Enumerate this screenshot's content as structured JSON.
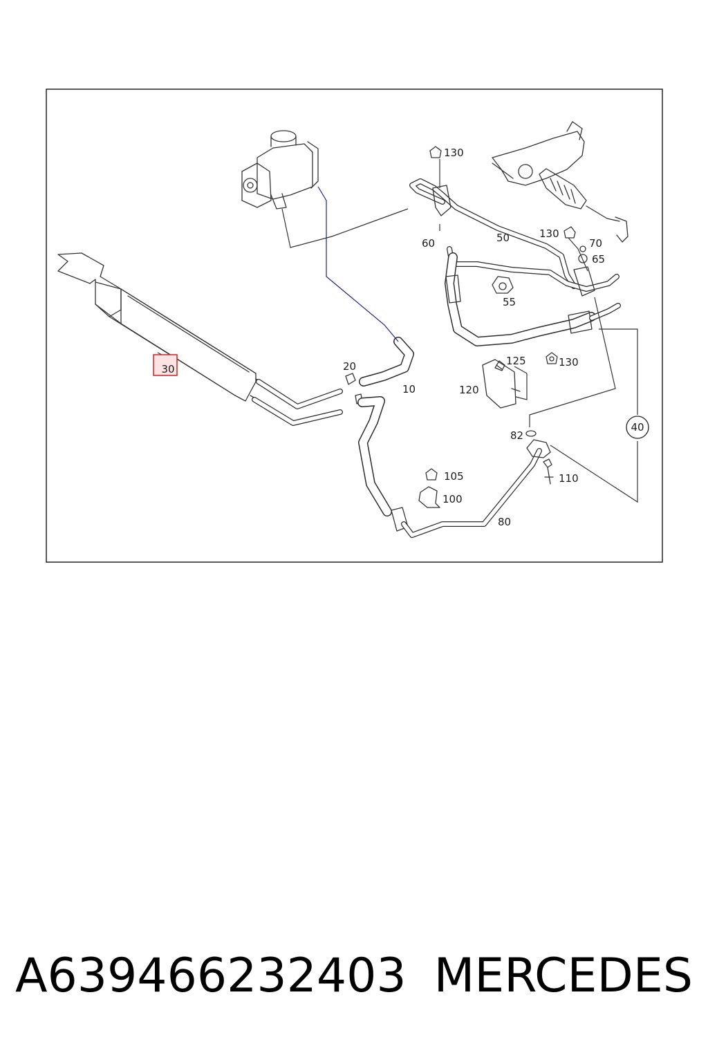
{
  "diagram": {
    "labels": {
      "l10": "10",
      "l20": "20",
      "l30": "30",
      "l40": "40",
      "l50": "50",
      "l55": "55",
      "l60": "60",
      "l65": "65",
      "l70": "70",
      "l80": "80",
      "l82": "82",
      "l100": "100",
      "l105": "105",
      "l110": "110",
      "l120": "120",
      "l125": "125",
      "l130a": "130",
      "l130b": "130",
      "l130c": "130"
    },
    "highlight_color": "#d32f2f",
    "highlight_fill": "#fde3e3"
  },
  "caption": {
    "part_number": "A639466232403",
    "brand": "MERCEDES"
  }
}
